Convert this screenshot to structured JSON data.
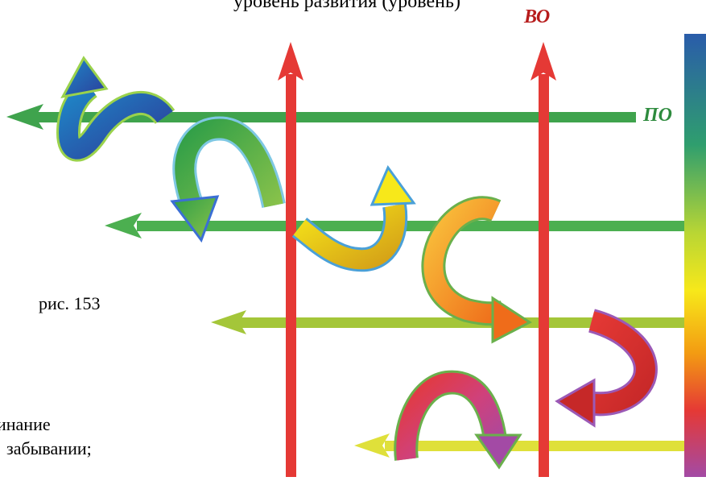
{
  "texts": {
    "top_fragment": "уровень развития (уровень)",
    "figure_caption": "рис. 153",
    "bottom_line_1": "инание",
    "bottom_line_2": "забывании;"
  },
  "labels": {
    "vertical": "ВО",
    "horizontal": "ПО"
  },
  "colors": {
    "vertical_axis": "#e53935",
    "vertical_label": "#b71c1c",
    "horizontal_label": "#2e8b3e",
    "horizontal_lines": [
      "#3fa34d",
      "#4caf50",
      "#a4c639",
      "#dfe03a"
    ],
    "loop_sequence": [
      "#1e6fb8",
      "#4caf50",
      "#f2e21c",
      "#f39c12",
      "#e53935",
      "#b54aa0"
    ]
  },
  "spectrum_bar": [
    "#2a5caa",
    "#2f9e6e",
    "#b9d634",
    "#f7e81a",
    "#f39c12",
    "#e53935",
    "#a34aa5"
  ]
}
